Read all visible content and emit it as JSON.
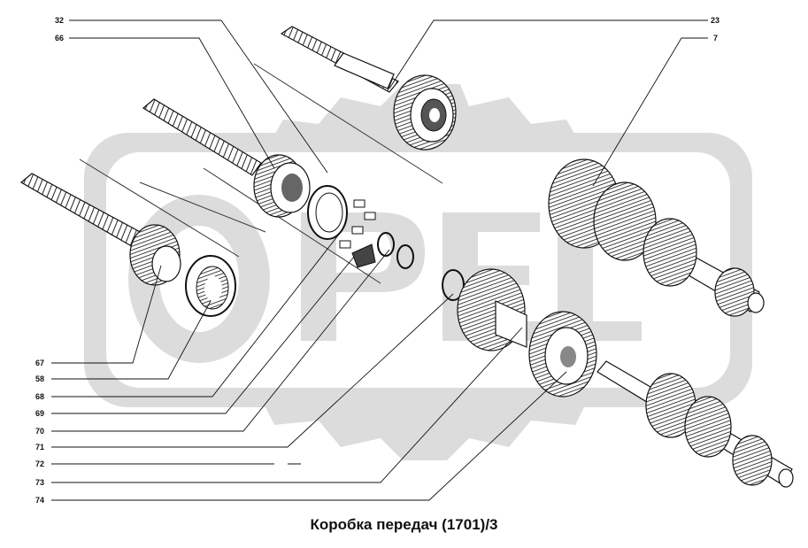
{
  "diagram": {
    "caption": "Коробка передач (1701)/3",
    "callouts_left": [
      "32",
      "66",
      "67",
      "58",
      "68",
      "69",
      "70",
      "71",
      "72",
      "73",
      "74"
    ],
    "callouts_right": [
      "23",
      "7"
    ],
    "watermark": "OPEL logo (grey)",
    "colors": {
      "line": "#111111",
      "watermark": "#dcdcdc",
      "watermark_inner": "#ffffff"
    }
  }
}
